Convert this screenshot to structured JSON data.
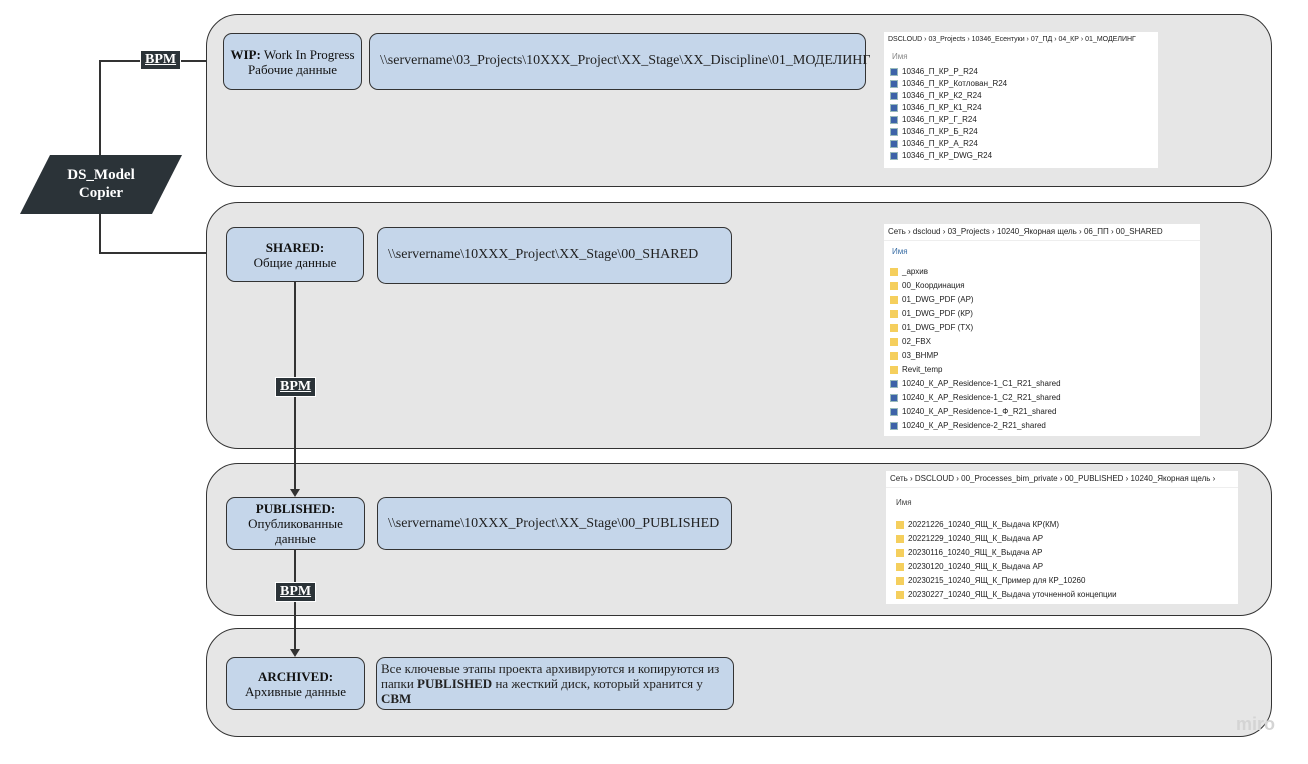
{
  "copier": {
    "label_line1": "DS_Model",
    "label_line2": "Copier"
  },
  "bpm_label": "BPM",
  "wip": {
    "title": "WIP:",
    "title_rest": " Work In Progress",
    "subtitle": "Рабочие данные",
    "path": "\\\\servername\\03_Projects\\10XXX_Project\\XX_Stage\\XX_Discipline\\01_МОДЕЛИНГ",
    "explorer": {
      "breadcrumb": "DSCLOUD  ›  03_Projects  ›  10346_Есентуки  ›  07_ПД  ›  04_КР  ›  01_МОДЕЛИНГ",
      "header": "Имя",
      "items": [
        "10346_П_КР_Р_R24",
        "10346_П_КР_Котлован_R24",
        "10346_П_КР_К2_R24",
        "10346_П_КР_К1_R24",
        "10346_П_КР_Г_R24",
        "10346_П_КР_Б_R24",
        "10346_П_КР_А_R24",
        "10346_П_КР_DWG_R24"
      ]
    }
  },
  "shared": {
    "title": "SHARED:",
    "subtitle": "Общие данные",
    "path": "\\\\servername\\10XXX_Project\\XX_Stage\\00_SHARED",
    "explorer": {
      "breadcrumb": "Сеть  ›  dscloud  ›  03_Projects  ›  10240_Якорная щель  ›  06_ПП  ›  00_SHARED",
      "header": "Имя",
      "folders": [
        "_архив",
        "00_Координация",
        "01_DWG_PDF (АР)",
        "01_DWG_PDF (КР)",
        "01_DWG_PDF (ТХ)",
        "02_FBX",
        "03_ВНМР",
        "Revit_temp"
      ],
      "files": [
        "10240_К_АР_Residence-1_С1_R21_shared",
        "10240_К_АР_Residence-1_С2_R21_shared",
        "10240_К_АР_Residence-1_Ф_R21_shared",
        "10240_К_АР_Residence-2_R21_shared"
      ]
    }
  },
  "published": {
    "title": "PUBLISHED:",
    "subtitle_line1": "Опубликованные",
    "subtitle_line2": "данные",
    "path": "\\\\servername\\10XXX_Project\\XX_Stage\\00_PUBLISHED",
    "explorer": {
      "breadcrumb": "Сеть  ›  DSCLOUD  ›  00_Processes_bim_private  ›  00_PUBLISHED  ›  10240_Якорная щель  ›",
      "header": "Имя",
      "folders": [
        "20221226_10240_ЯЩ_К_Выдача КР(КМ)",
        "20221229_10240_ЯЩ_К_Выдача АР",
        "20230116_10240_ЯЩ_К_Выдача АР",
        "20230120_10240_ЯЩ_К_Выдача АР",
        "20230215_10240_ЯЩ_К_Пример для КР_10260",
        "20230227_10240_ЯЩ_К_Выдача уточненной концепции"
      ]
    }
  },
  "archived": {
    "title": "ARCHIVED:",
    "subtitle": "Архивные данные",
    "desc_part1": "Все ключевые этапы проекта архивируются и копируются из папки ",
    "desc_bold1": "PUBLISHED",
    "desc_part2": " на жесткий диск, который хранится у ",
    "desc_bold2": "СВМ"
  },
  "watermark": "miro",
  "colors": {
    "group_bg": "#e6e6e6",
    "box_bg": "#c5d6ea",
    "dark": "#2b3338"
  }
}
